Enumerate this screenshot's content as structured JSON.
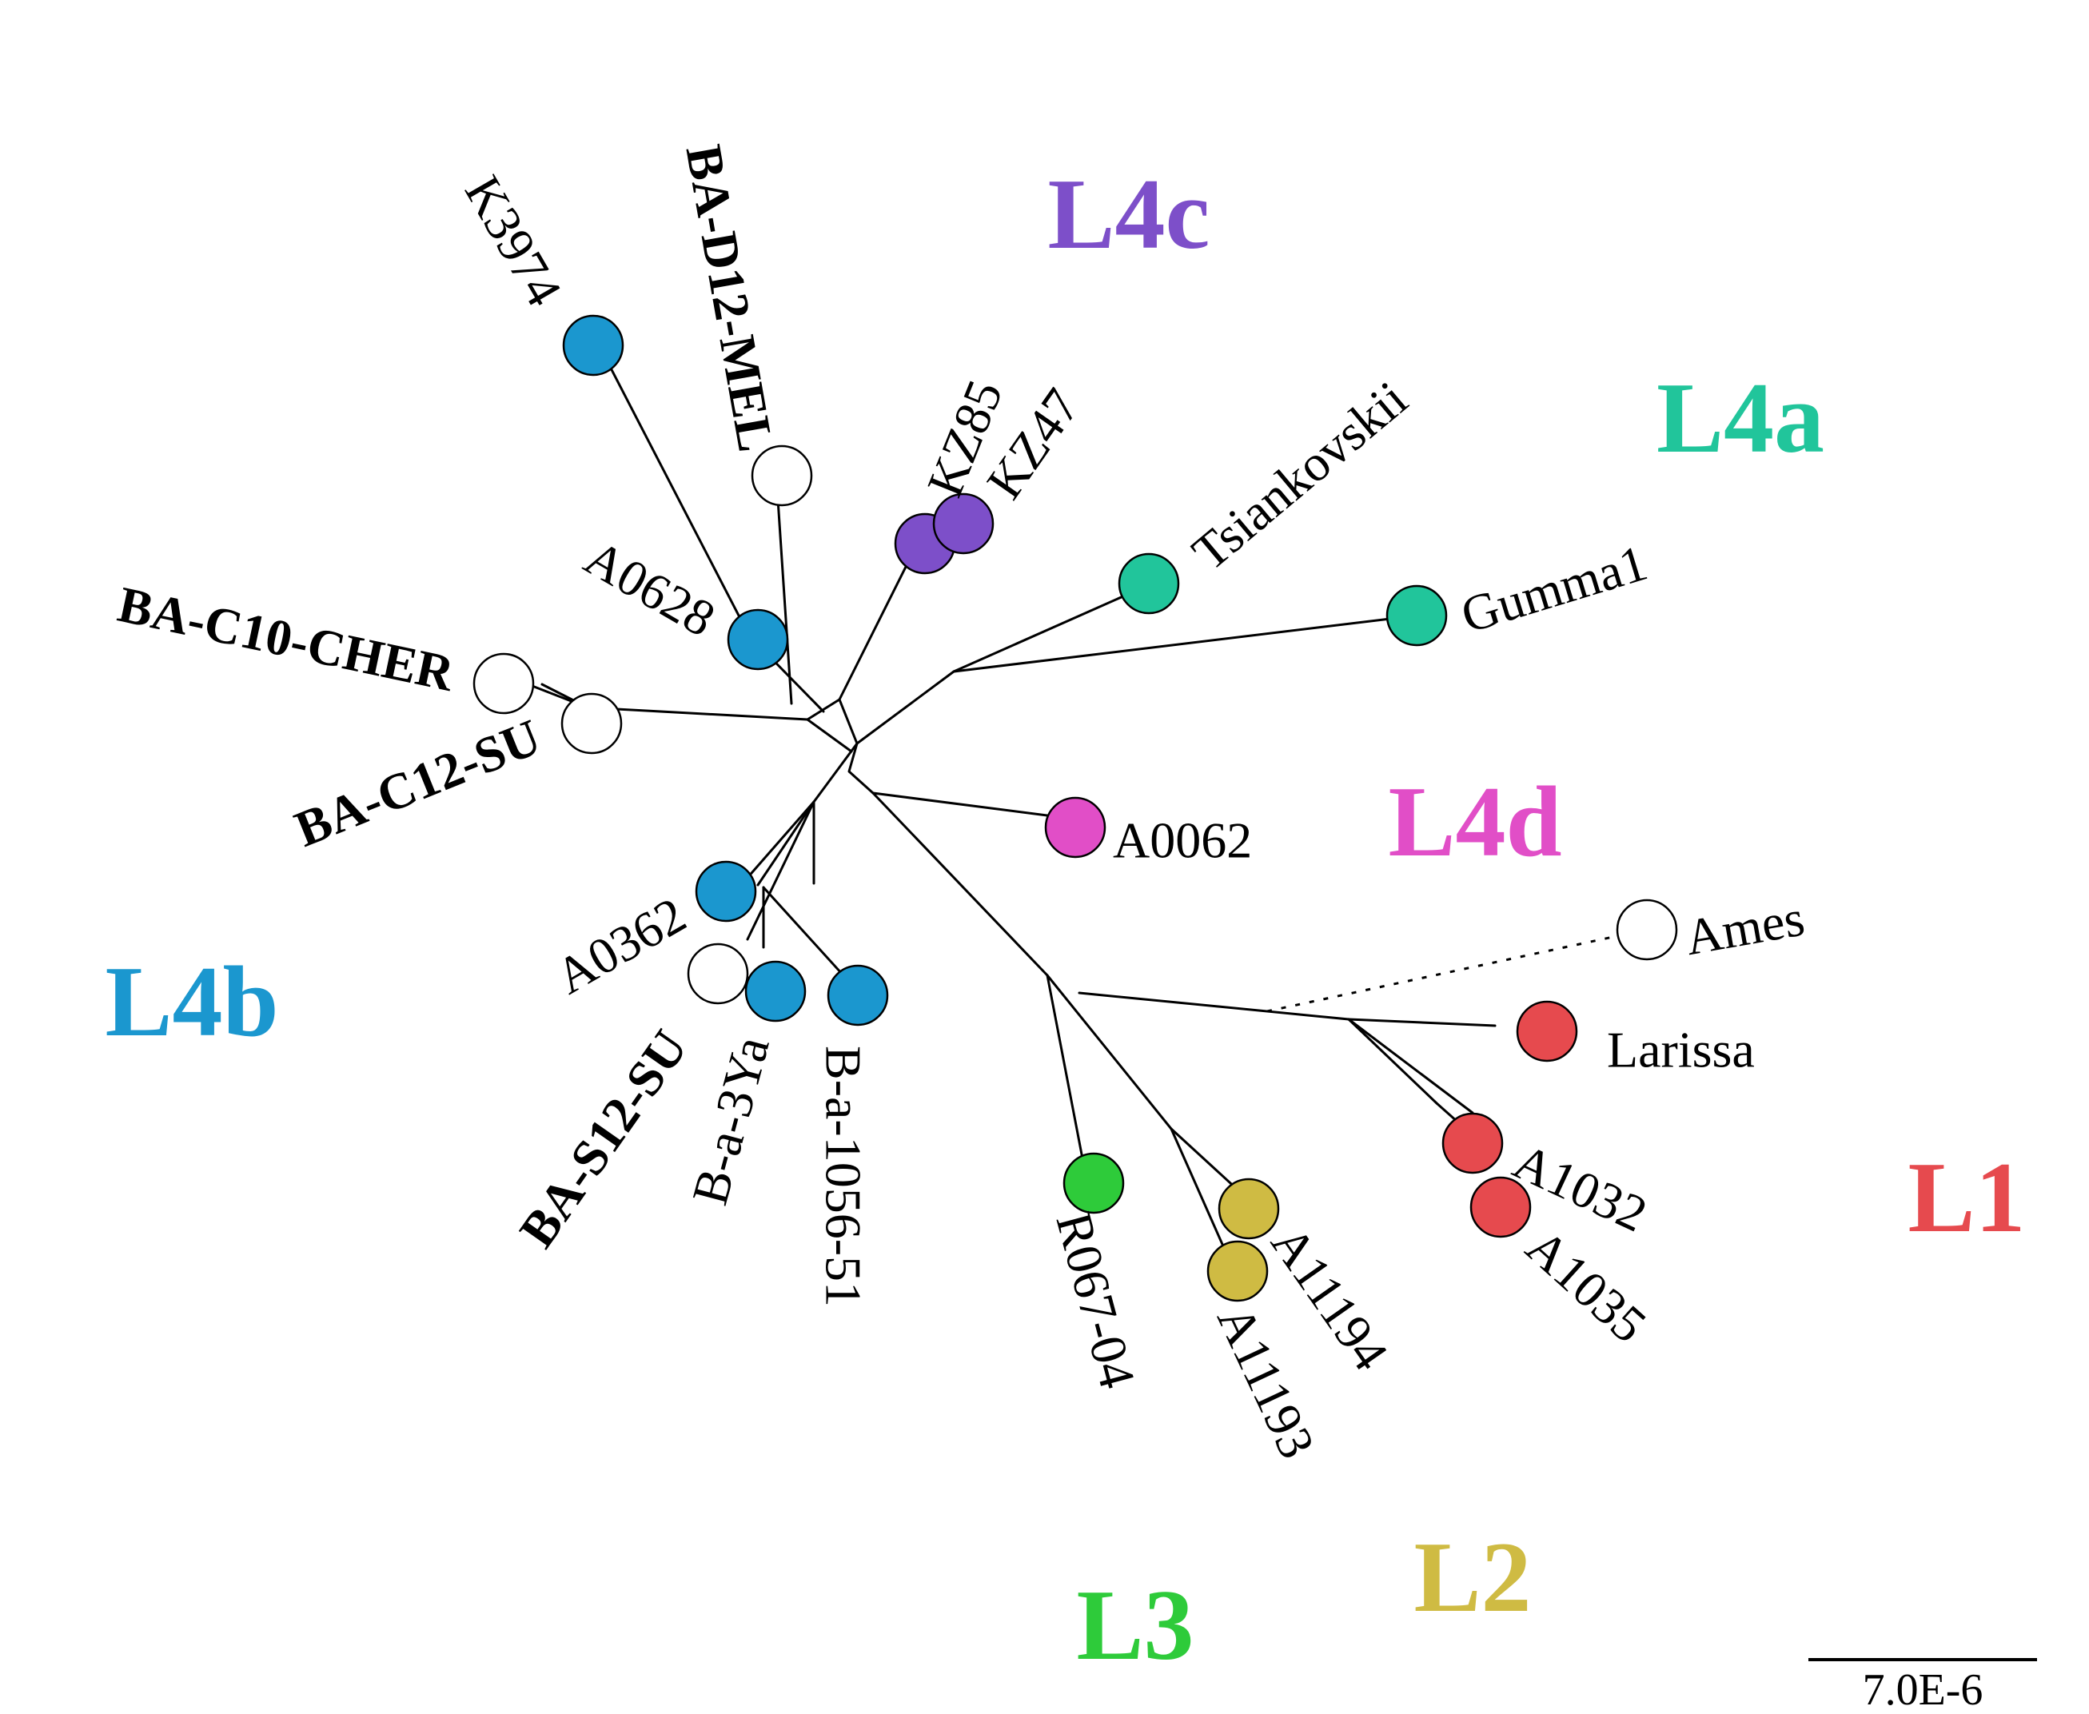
{
  "lineages": [
    {
      "id": "L4c",
      "label": "L4c",
      "color": "#7d4fc9"
    },
    {
      "id": "L4a",
      "label": "L4a",
      "color": "#21c59b"
    },
    {
      "id": "L4d",
      "label": "L4d",
      "color": "#e14ec7"
    },
    {
      "id": "L4b",
      "label": "L4b",
      "color": "#1b97cf"
    },
    {
      "id": "L1",
      "label": "L1",
      "color": "#e64a4e"
    },
    {
      "id": "L2",
      "label": "L2",
      "color": "#cfbb43"
    },
    {
      "id": "L3",
      "label": "L3",
      "color": "#2ecb3a"
    }
  ],
  "strains": [
    {
      "id": "K3974",
      "label": "K3974",
      "lineage": "L4b",
      "bold": false
    },
    {
      "id": "BA-D12-MEL",
      "label": "BA-D12-MEL",
      "lineage": null,
      "bold": true
    },
    {
      "id": "A0628",
      "label": "A0628",
      "lineage": "L4b",
      "bold": false
    },
    {
      "id": "BA-C10-CHER",
      "label": "BA-C10-CHER",
      "lineage": null,
      "bold": true
    },
    {
      "id": "BA-C12-SU",
      "label": "BA-C12-SU",
      "lineage": null,
      "bold": true
    },
    {
      "id": "KZ85",
      "label": "KZ85",
      "lineage": "L4c",
      "bold": false
    },
    {
      "id": "KZ47",
      "label": "KZ47",
      "lineage": "L4c",
      "bold": false
    },
    {
      "id": "Tsiankovskii",
      "label": "Tsiankovskii",
      "lineage": "L4a",
      "bold": false
    },
    {
      "id": "Gumma1",
      "label": "Gumma1",
      "lineage": "L4a",
      "bold": false
    },
    {
      "id": "A0062",
      "label": "A0062",
      "lineage": "L4d",
      "bold": false
    },
    {
      "id": "A0362",
      "label": "A0362",
      "lineage": "L4b",
      "bold": false
    },
    {
      "id": "BA-S12-SU",
      "label": "BA-S12-SU",
      "lineage": null,
      "bold": true
    },
    {
      "id": "B-a-3Ya",
      "label": "B-a-3Ya",
      "lineage": "L4b",
      "bold": false
    },
    {
      "id": "B-a-1056-51",
      "label": "B-a-1056-51",
      "lineage": "L4b",
      "bold": false
    },
    {
      "id": "Ames",
      "label": "Ames",
      "lineage": null,
      "bold": false
    },
    {
      "id": "Larissa",
      "label": "Larissa",
      "lineage": "L1",
      "bold": false
    },
    {
      "id": "A1032",
      "label": "A1032",
      "lineage": "L1",
      "bold": false
    },
    {
      "id": "A1035",
      "label": "A1035",
      "lineage": "L1",
      "bold": false
    },
    {
      "id": "R067-04",
      "label": "R067-04",
      "lineage": "L3",
      "bold": false
    },
    {
      "id": "A11194",
      "label": "A11194",
      "lineage": "L2",
      "bold": false
    },
    {
      "id": "A11193",
      "label": "A11193",
      "lineage": "L2",
      "bold": false
    }
  ],
  "scale_bar": {
    "label": "7.0E-6"
  },
  "unassigned_color": "#ffffff"
}
